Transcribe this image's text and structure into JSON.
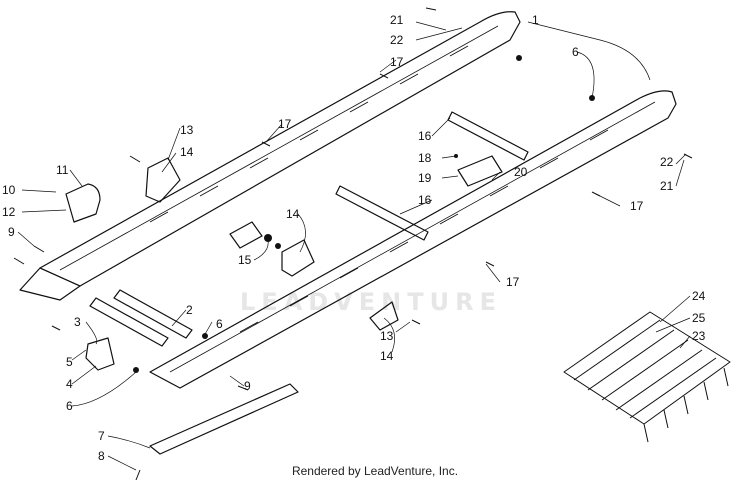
{
  "callouts": {
    "c1": "1",
    "c2": "2",
    "c3": "3",
    "c4": "4",
    "c5": "5",
    "c6a": "6",
    "c6b": "6",
    "c6c": "6",
    "c7": "7",
    "c8": "8",
    "c9a": "9",
    "c9b": "9",
    "c10": "10",
    "c11": "11",
    "c12": "12",
    "c13a": "13",
    "c13b": "13",
    "c14a": "14",
    "c14b": "14",
    "c14c": "14",
    "c15": "15",
    "c16a": "16",
    "c16b": "16",
    "c17a": "17",
    "c17b": "17",
    "c17c": "17",
    "c17d": "17",
    "c18": "18",
    "c19": "19",
    "c20": "20",
    "c21a": "21",
    "c21b": "21",
    "c22a": "22",
    "c22b": "22",
    "c23": "23",
    "c24": "24",
    "c25": "25"
  },
  "watermark": "LEADVENTURE",
  "footer": "Rendered by LeadVenture, Inc."
}
